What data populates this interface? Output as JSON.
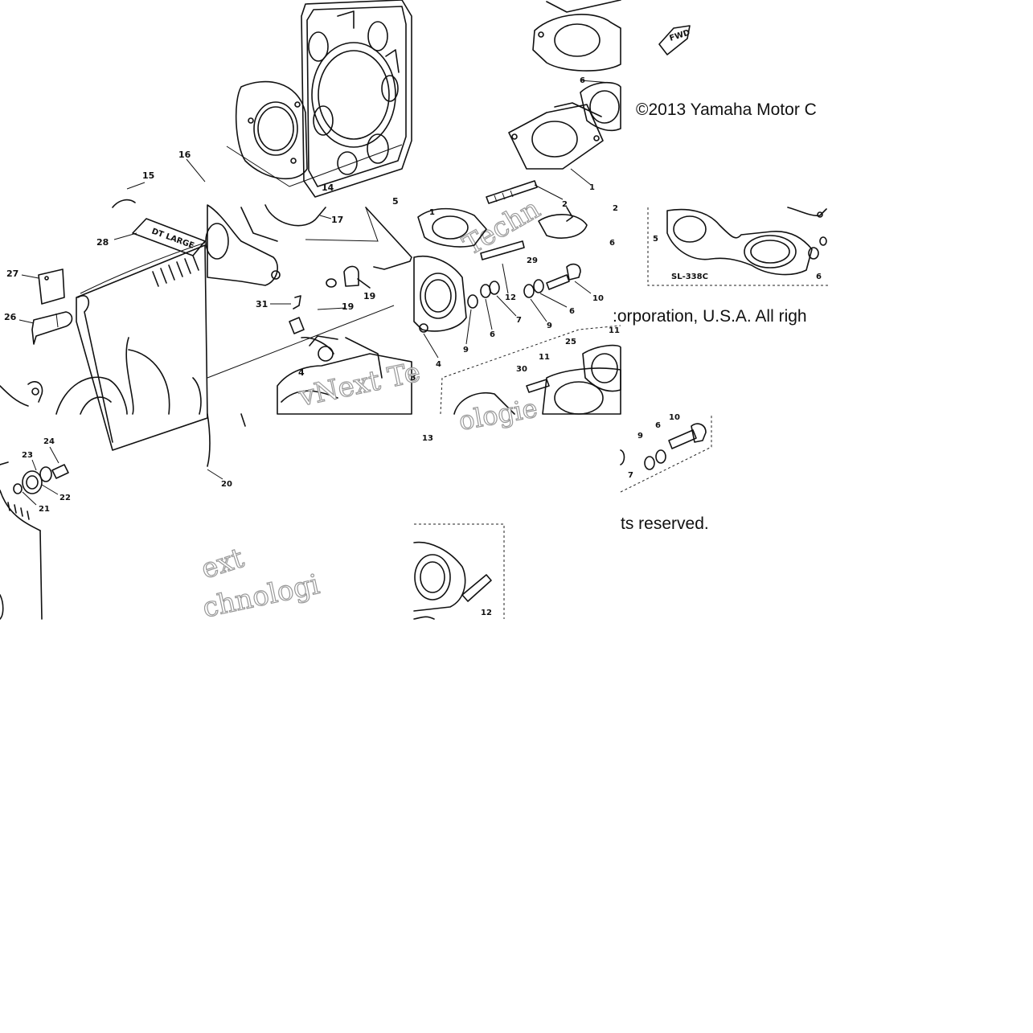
{
  "copyright": {
    "part1": "©2013 Yamaha Motor C",
    "part2": ":orporation, U.S.A. All righ",
    "part3": "ts reserved."
  },
  "watermark": {
    "text1": "vNext Te",
    "text2": "Techn",
    "text3": "ext",
    "text4": "chnologi",
    "text5": "ologie"
  },
  "inset_label": "SL-338C",
  "fwd_label": "FWD",
  "decal_text": "DT LARGE",
  "callouts": {
    "c1": "1",
    "c2": "2",
    "c4": "4",
    "c5": "5",
    "c5b": "5",
    "c6a": "6",
    "c6b": "6",
    "c6c": "6",
    "c6d": "6",
    "c6e": "6",
    "c6f": "6",
    "c7": "7",
    "c7b": "7",
    "c9a": "9",
    "c9b": "9",
    "c9c": "9",
    "c10": "10",
    "c10b": "10",
    "c11a": "11",
    "c11b": "11",
    "c12": "12",
    "c12b": "12",
    "c13": "13",
    "c14": "14",
    "c15": "15",
    "c16": "16",
    "c17": "17",
    "c19": "19",
    "c19b": "19",
    "c20": "20",
    "c21": "21",
    "c22": "22",
    "c23": "23",
    "c24": "24",
    "c25": "25",
    "c26": "26",
    "c27": "27",
    "c28": "28",
    "c29": "29",
    "c30": "30",
    "c31": "31"
  }
}
